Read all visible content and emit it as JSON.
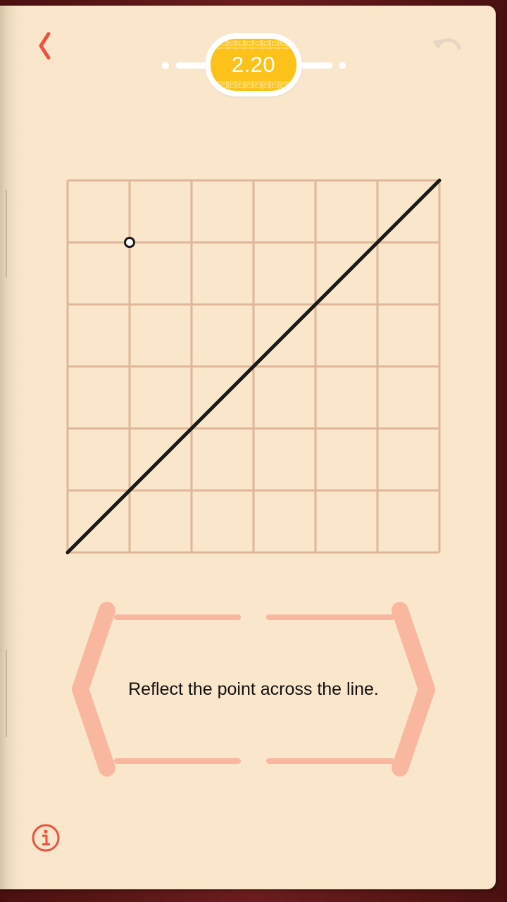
{
  "header": {
    "back_icon": "chevron-left-icon",
    "undo_icon": "undo-icon",
    "level": "2.20"
  },
  "board": {
    "grid_columns": 6,
    "grid_rows": 6,
    "point": {
      "col": 1,
      "row": 1
    },
    "line": {
      "from": {
        "col": 0,
        "row": 6
      },
      "to": {
        "col": 6,
        "row": 0
      }
    },
    "grid_color": "#dfb798",
    "line_color": "#1a1a1a"
  },
  "message": {
    "text": "Reflect the point across the line."
  },
  "footer": {
    "info_icon": "info-icon"
  },
  "colors": {
    "page": "#fae6cb",
    "accent_red": "#f0503e",
    "badge_yellow": "#fcc21a",
    "panel_pink": "#f9b7a0",
    "undo_disabled": "#e8d6c2"
  }
}
